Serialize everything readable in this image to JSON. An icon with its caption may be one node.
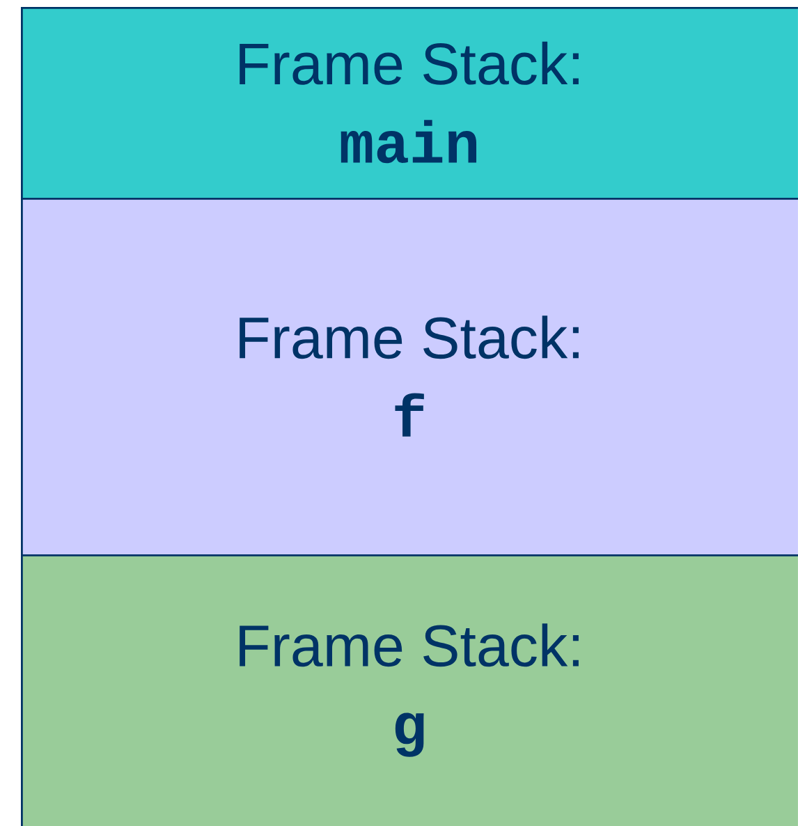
{
  "diagram": {
    "nodes": [
      {
        "text": [
          "Frame Stack:",
          "main"
        ]
      },
      {
        "text": [
          "Frame Stack:",
          "f"
        ]
      },
      {
        "text": [
          "Frame Stack:",
          "g"
        ]
      }
    ]
  }
}
